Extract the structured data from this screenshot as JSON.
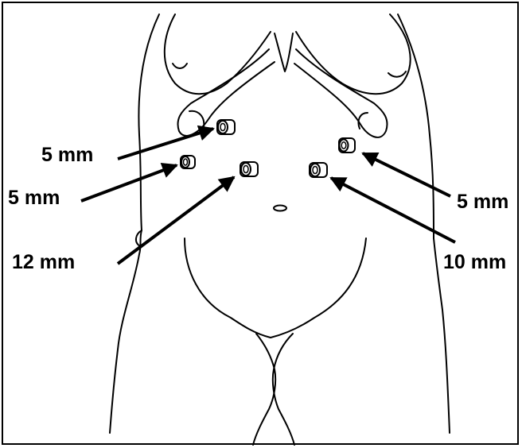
{
  "diagram": {
    "ports": [
      {
        "label": "5 mm",
        "size_mm": 5
      },
      {
        "label": "5 mm",
        "size_mm": 5
      },
      {
        "label": "12 mm",
        "size_mm": 12
      },
      {
        "label": "5 mm",
        "size_mm": 5
      },
      {
        "label": "10 mm",
        "size_mm": 10
      }
    ]
  }
}
